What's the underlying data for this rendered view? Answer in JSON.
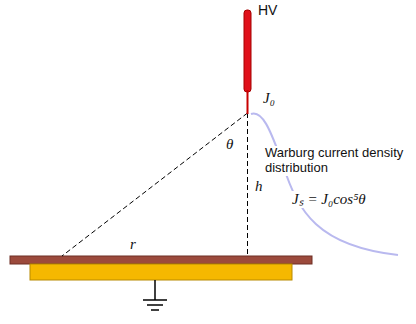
{
  "diagram": {
    "labels": [
      "HV",
      "J₀",
      "θ",
      "h",
      "r",
      "Warburg current density distribution",
      "Jₛ = J₀cos⁵θ"
    ]
  }
}
